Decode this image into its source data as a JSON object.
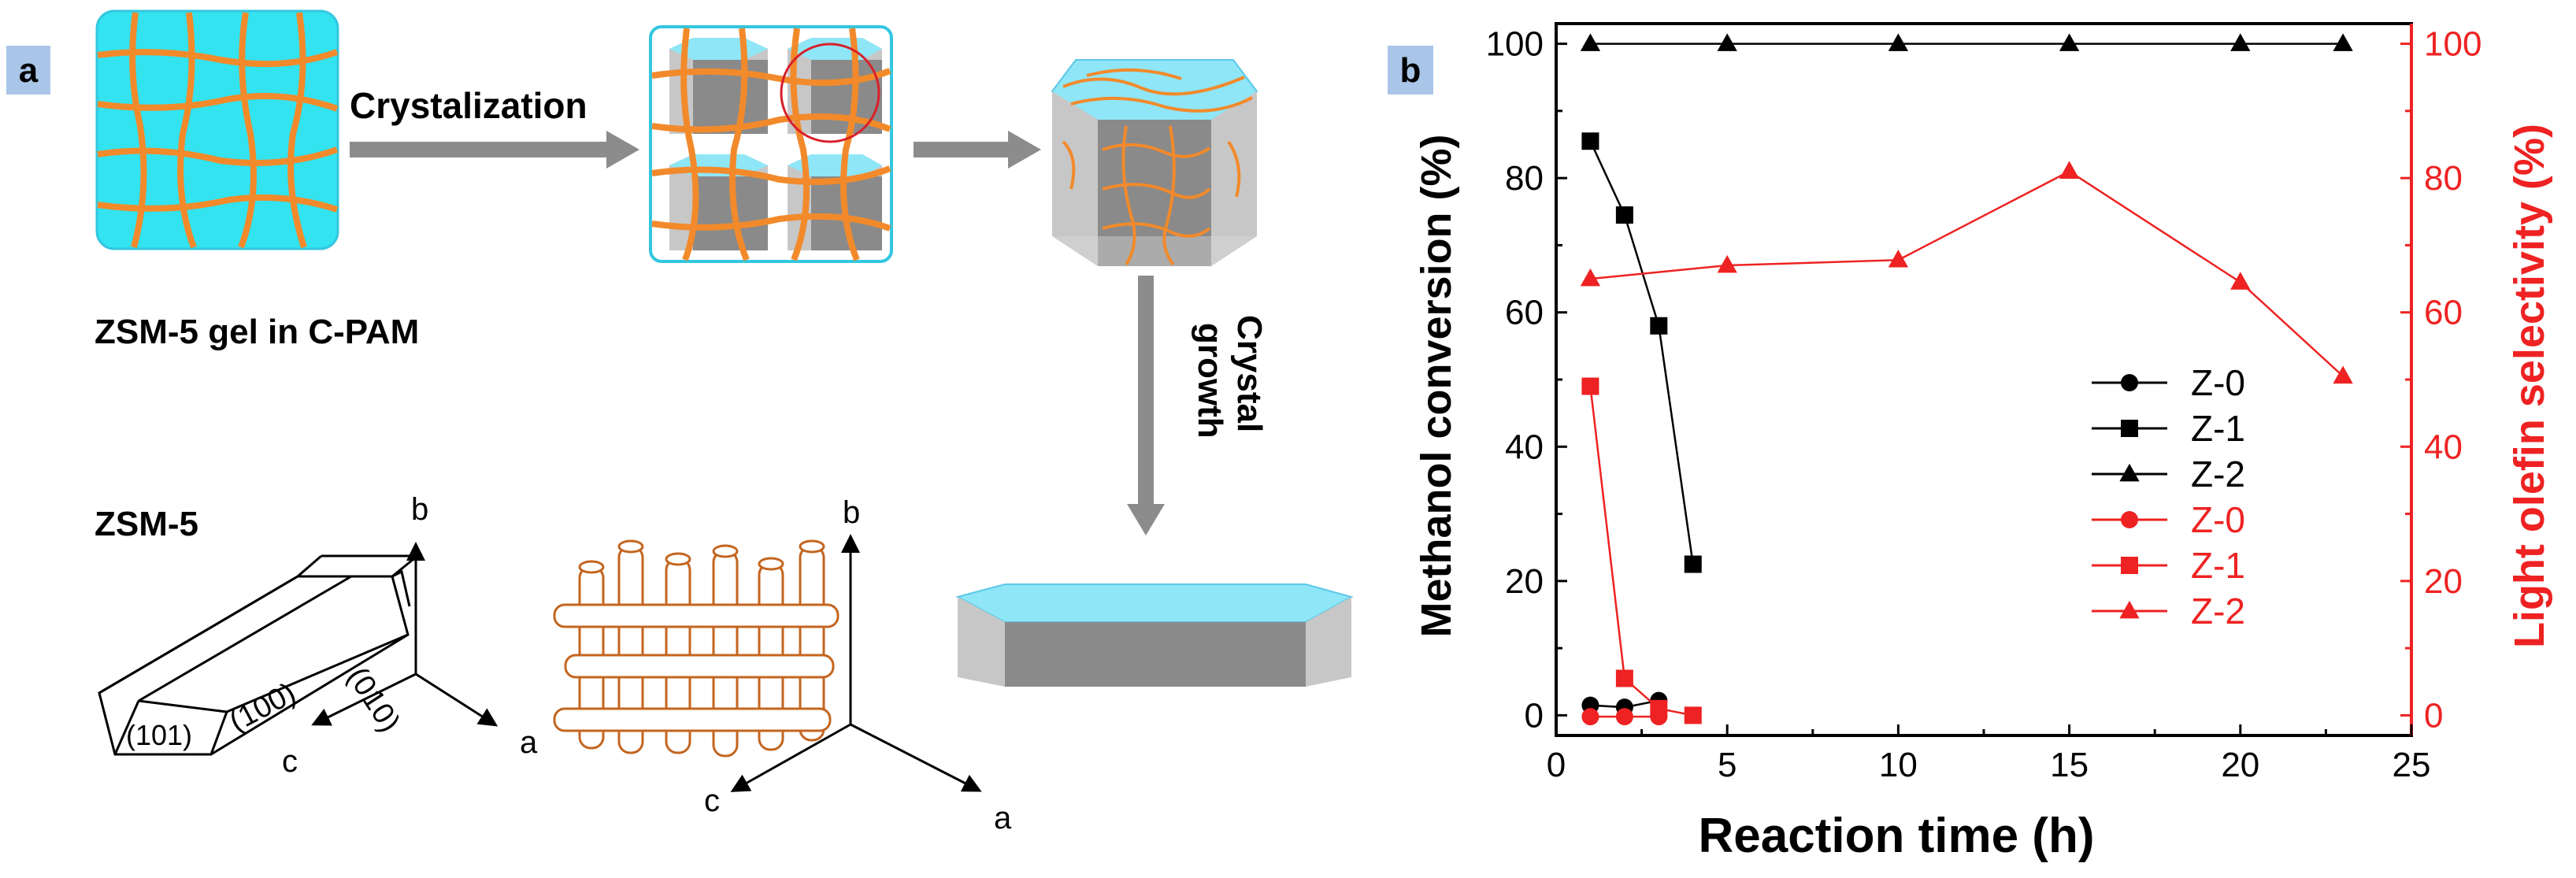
{
  "panel_a": {
    "tag": "a",
    "arrow_label_crystalization": "Crystalization",
    "gel_caption": "ZSM-5 gel in C-PAM",
    "growth_label_line1": "Crystal",
    "growth_label_line2": "growth",
    "zsm5_caption": "ZSM-5",
    "facet_010": "(010)",
    "facet_100": "(100)",
    "facet_101": "(101)",
    "axis_a": "a",
    "axis_b": "b",
    "axis_c": "c",
    "colors": {
      "gel_fill": "#33e3f0",
      "fiber": "#f28a2b",
      "crystal_top": "#8fe6f7",
      "crystal_side": "#c7c7c7",
      "crystal_front": "#8a8a8a",
      "arrow": "#8c8c8c",
      "highlight_circle": "#d9202b",
      "tag_bg": "#a9c6e8"
    }
  },
  "chart_data": {
    "type": "line",
    "tag": "b",
    "xlabel": "Reaction time (h)",
    "ylabel_left": "Methanol conversion (%)",
    "ylabel_right": "Light olefin selectivity (%)",
    "xlim": [
      0,
      25
    ],
    "ylim_left": [
      -3,
      103
    ],
    "ylim_right": [
      -3,
      103
    ],
    "xticks": [
      0,
      5,
      10,
      15,
      20,
      25
    ],
    "yticks_left": [
      0,
      20,
      40,
      60,
      80,
      100
    ],
    "yticks_right": [
      0,
      20,
      40,
      60,
      80,
      100
    ],
    "legend_position": "center-right",
    "left_axis_color": "#000000",
    "right_axis_color": "#ee2222",
    "series": [
      {
        "name": "Z-0",
        "axis": "left",
        "color": "#000000",
        "marker": "circle",
        "x": [
          1,
          2,
          3
        ],
        "y": [
          1.5,
          1.2,
          2.2
        ]
      },
      {
        "name": "Z-1",
        "axis": "left",
        "color": "#000000",
        "marker": "square",
        "x": [
          1,
          2,
          3,
          4
        ],
        "y": [
          85.5,
          74.5,
          58,
          22.5
        ]
      },
      {
        "name": "Z-2",
        "axis": "left",
        "color": "#000000",
        "marker": "triangle",
        "x": [
          1,
          5,
          10,
          15,
          20,
          23
        ],
        "y": [
          100,
          100,
          100,
          100,
          100,
          100
        ]
      },
      {
        "name": "Z-0",
        "axis": "right",
        "color": "#ee2222",
        "marker": "circle",
        "x": [
          1,
          2,
          3
        ],
        "y": [
          -0.2,
          -0.2,
          -0.2
        ]
      },
      {
        "name": "Z-1",
        "axis": "right",
        "color": "#ee2222",
        "marker": "square",
        "x": [
          1,
          2,
          3,
          4
        ],
        "y": [
          49,
          5.5,
          1,
          0
        ]
      },
      {
        "name": "Z-2",
        "axis": "right",
        "color": "#ee2222",
        "marker": "triangle",
        "x": [
          1,
          5,
          10,
          15,
          20,
          23
        ],
        "y": [
          65,
          67,
          67.8,
          81,
          64.5,
          50.5
        ]
      }
    ]
  }
}
